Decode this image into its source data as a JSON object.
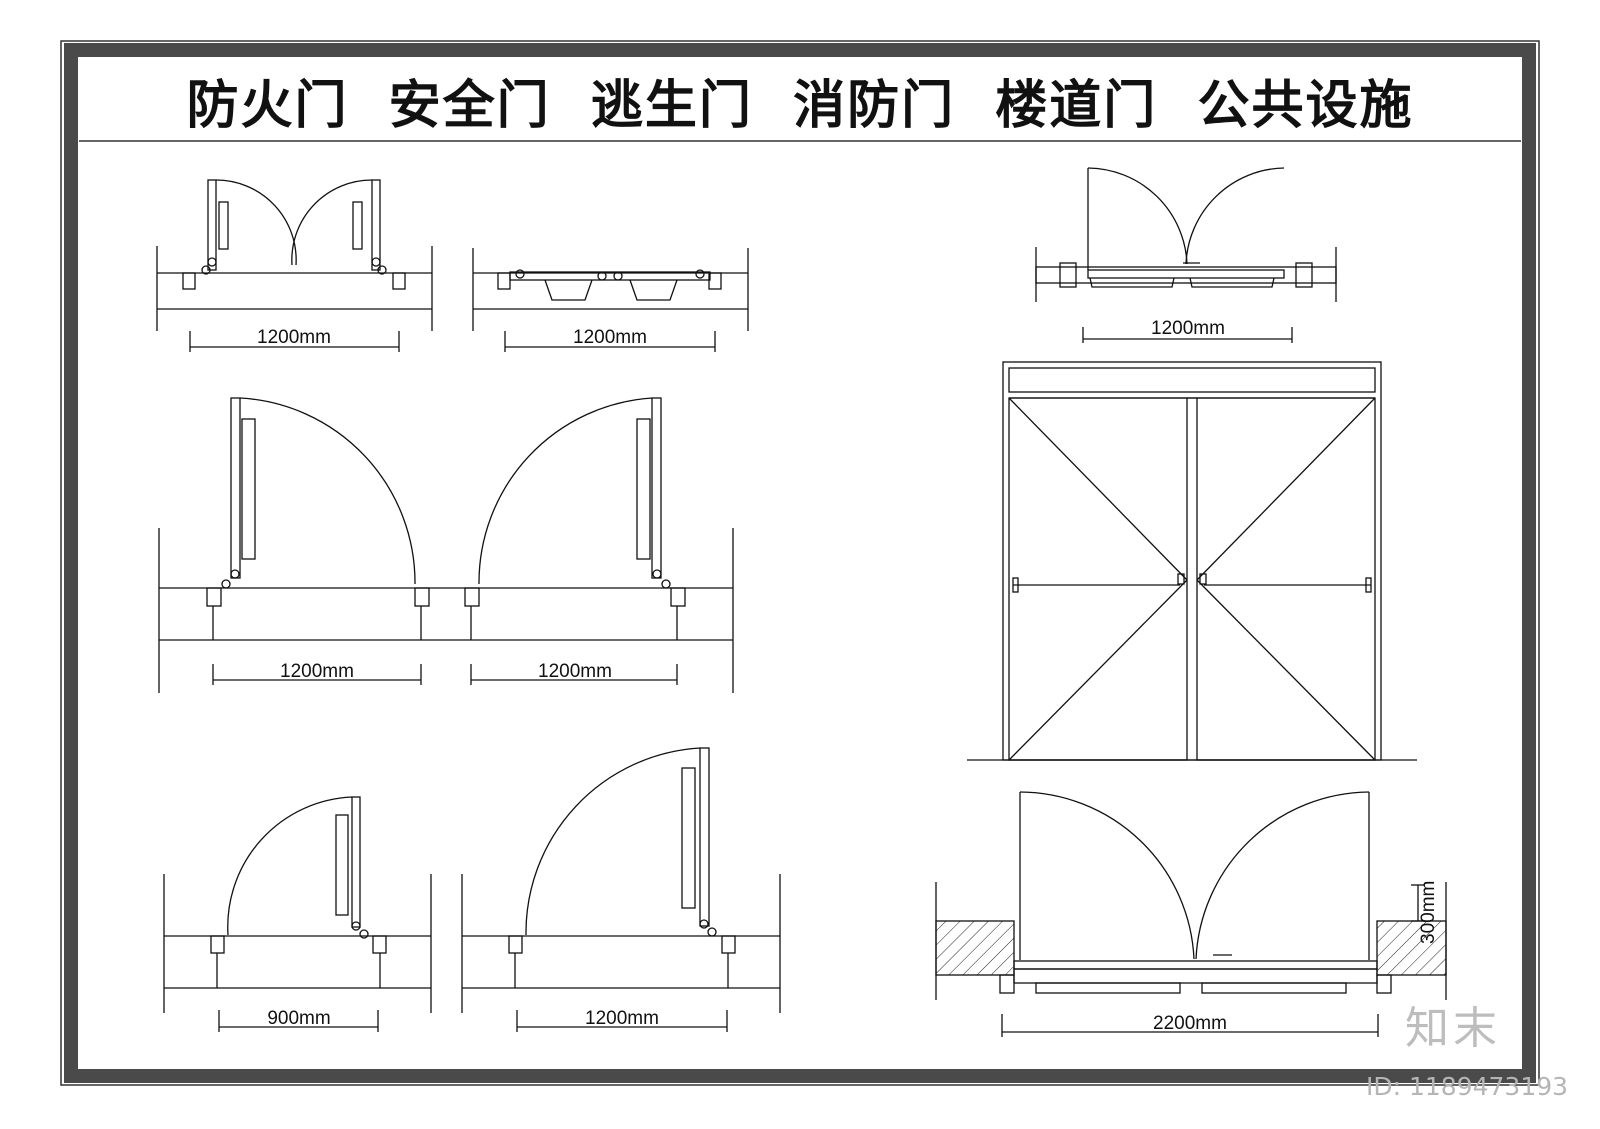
{
  "title": "防火门  安全门  逃生门  消防门  楼道门  公共设施",
  "dimensions": {
    "plan_top_left": "1200mm",
    "plan_top_middle": "1200mm",
    "plan_top_right": "1200mm",
    "plan_large_left": "1200mm",
    "plan_large_right": "1200mm",
    "plan_bottom_left": "900mm",
    "plan_bottom_middle": "1200mm",
    "plan_bottom_right": "2200mm",
    "vertical_300": "300mm"
  },
  "watermark": {
    "brand": "知末",
    "id": "ID: 1189473193"
  },
  "colors": {
    "frame": "#4a4a4a",
    "line": "#111111",
    "hatch": "#222222",
    "brand": "#bdbdbd"
  }
}
